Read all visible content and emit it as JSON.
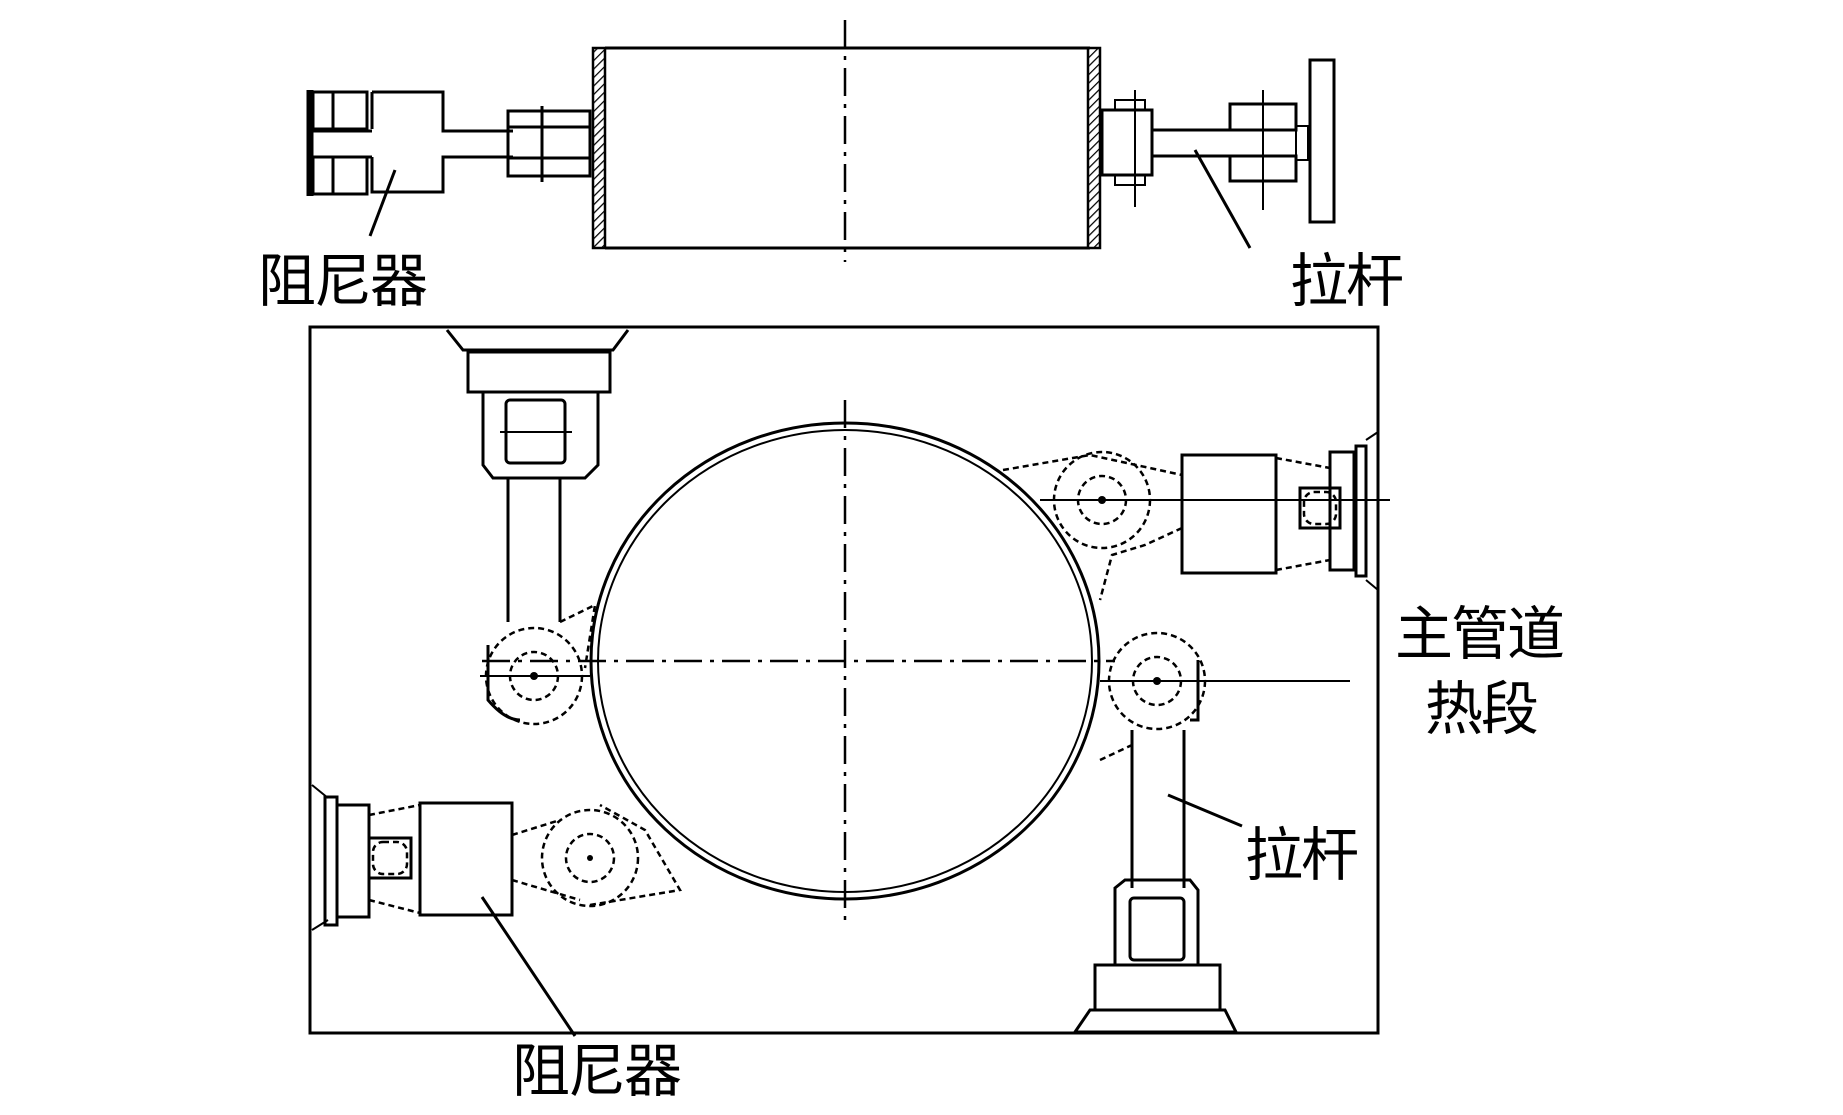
{
  "figure": {
    "type": "engineering-diagram",
    "subject": "main pipe hot leg supports"
  },
  "labels": {
    "top_damper": "阻尼器",
    "top_tie_rod": "拉杆",
    "right_pipe_line1": "主管道",
    "right_pipe_line2": "热段",
    "lower_tie_rod": "拉杆",
    "bottom_damper": "阻尼器"
  },
  "colors": {
    "line": "#000000",
    "background": "#ffffff"
  }
}
